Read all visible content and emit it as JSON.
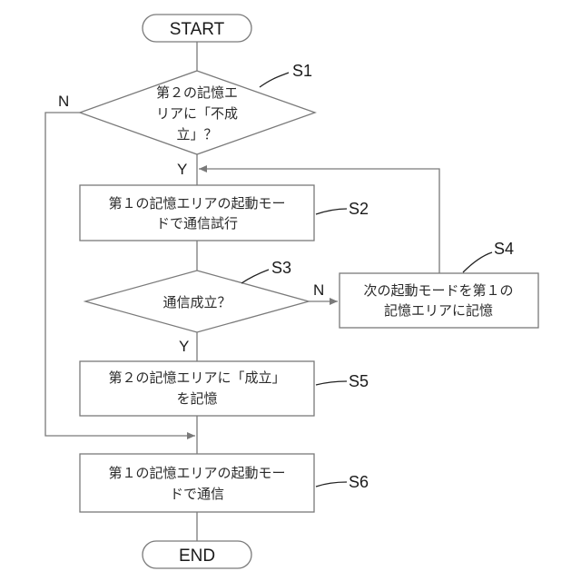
{
  "terminals": {
    "start": "START",
    "end": "END"
  },
  "steps": {
    "s1": {
      "id": "S1",
      "lines": [
        "第２の記憶エ",
        "リアに「不成",
        "立」？"
      ]
    },
    "s2": {
      "id": "S2",
      "lines": [
        "第１の記憶エリアの起動モー",
        "ドで通信試行"
      ]
    },
    "s3": {
      "id": "S3",
      "lines": [
        "通信成立？"
      ]
    },
    "s4": {
      "id": "S4",
      "lines": [
        "次の起動モードを第１の",
        "記憶エリアに記憶"
      ]
    },
    "s5": {
      "id": "S5",
      "lines": [
        "第２の記憶エリアに「成立」",
        "を記憶"
      ]
    },
    "s6": {
      "id": "S6",
      "lines": [
        "第１の記憶エリアの起動モー",
        "ドで通信"
      ]
    }
  },
  "branches": {
    "s1_no": "N",
    "s1_yes": "Y",
    "s3_no": "N",
    "s3_yes": "Y"
  }
}
